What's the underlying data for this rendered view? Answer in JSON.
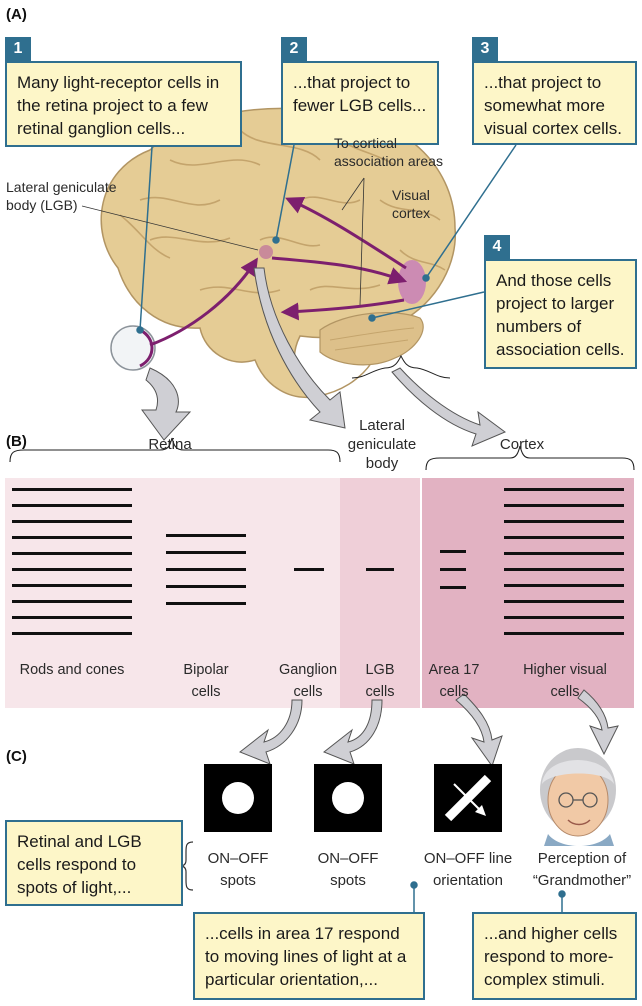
{
  "panels": {
    "a": "(A)",
    "b": "(B)",
    "c": "(C)"
  },
  "callouts": [
    {
      "num": "1",
      "text": "Many light-receptor cells in the retina project to a few retinal ganglion cells..."
    },
    {
      "num": "2",
      "text": "...that project to fewer LGB cells..."
    },
    {
      "num": "3",
      "text": "...that project to somewhat more visual cortex cells."
    },
    {
      "num": "4",
      "text": "And those cells project to larger numbers of association cells."
    }
  ],
  "brain_labels": {
    "lgb": "Lateral geniculate body (LGB)",
    "cortical": "To cortical association areas",
    "visual_cortex": "Visual cortex"
  },
  "section_labels": {
    "retina": "Retina",
    "lgb": "Lateral geniculate body",
    "cortex": "Cortex"
  },
  "columns": {
    "rods": "Rods and cones",
    "bipolar": "Bipolar cells",
    "ganglion": "Ganglion cells",
    "lgb": "LGB cells",
    "area17": "Area 17 cells",
    "higher": "Higher visual cells"
  },
  "line_counts": {
    "rods": 10,
    "bipolar": 5,
    "ganglion": 1,
    "lgb": 1,
    "area17": 3,
    "higher": 10
  },
  "responses": {
    "spots1": "ON–OFF spots",
    "spots2": "ON–OFF spots",
    "orientation": "ON–OFF line orientation",
    "grandmother": "Perception of “Grandmother”"
  },
  "bottom_callouts": {
    "retinal_lgb": "Retinal and LGB cells respond to spots of light,...",
    "area17": "...cells in area 17 respond to moving lines of light at a particular orientation,...",
    "higher": "...and higher cells respond to more-complex stimuli."
  },
  "colors": {
    "callout_fill": "#fdf6c8",
    "callout_border": "#2f6f8f",
    "retina_band": "#f7e6ea",
    "lgb_band": "#efcfd8",
    "cortex_band": "#e2b2c2",
    "pathway": "#7d1f6e",
    "brain": "#e5cc95"
  }
}
